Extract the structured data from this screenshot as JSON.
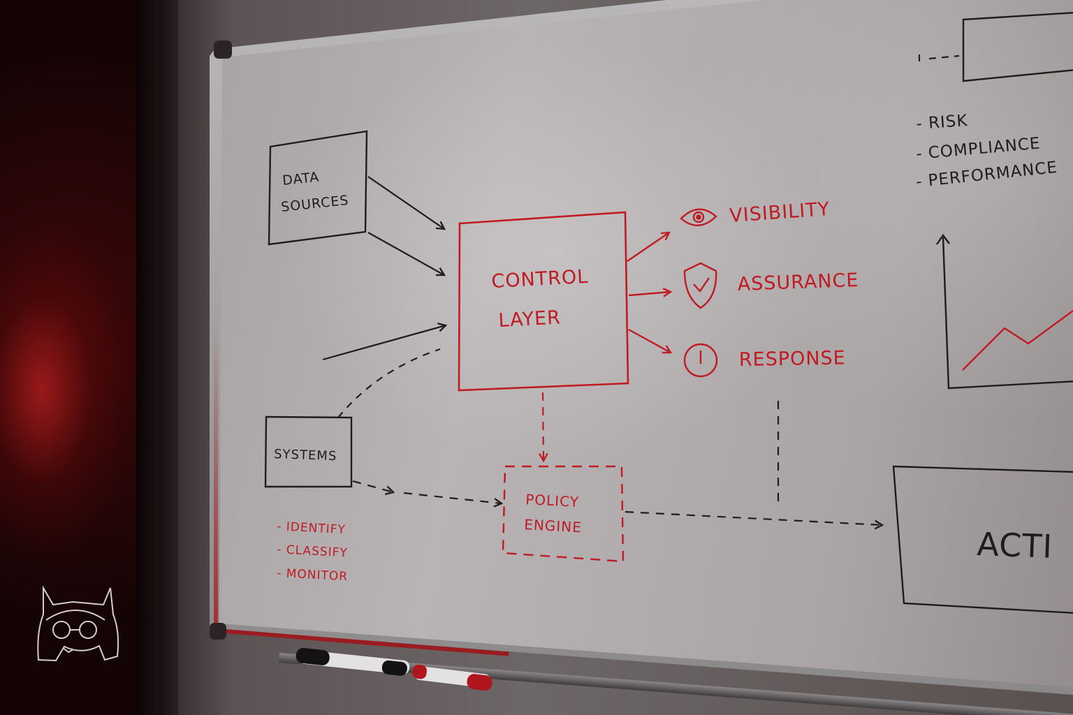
{
  "whiteboard": {
    "source_box": {
      "line1": "DATA",
      "line2": "SOURCES"
    },
    "systems_box": "SYSTEMS",
    "systems_list": [
      "- IDENTIFY",
      "- CLASSIFY",
      "- MONITOR"
    ],
    "control_box": {
      "line1": "CONTROL",
      "line2": "LAYER"
    },
    "outcomes": [
      {
        "icon": "eye-icon",
        "label": "VISIBILITY"
      },
      {
        "icon": "shield-check-icon",
        "label": "ASSURANCE"
      },
      {
        "icon": "alert-circle-icon",
        "label": "RESPONSE"
      }
    ],
    "policy_box": {
      "line1": "POLICY",
      "line2": "ENGINE"
    },
    "metrics": [
      "- RISK",
      "- COMPLIANCE",
      "- PERFORMANCE"
    ],
    "action_box": "ACTI"
  },
  "colors": {
    "red_marker": "#c01a22",
    "black_marker": "#1e1c1d",
    "background_glow": "#e0272b"
  }
}
